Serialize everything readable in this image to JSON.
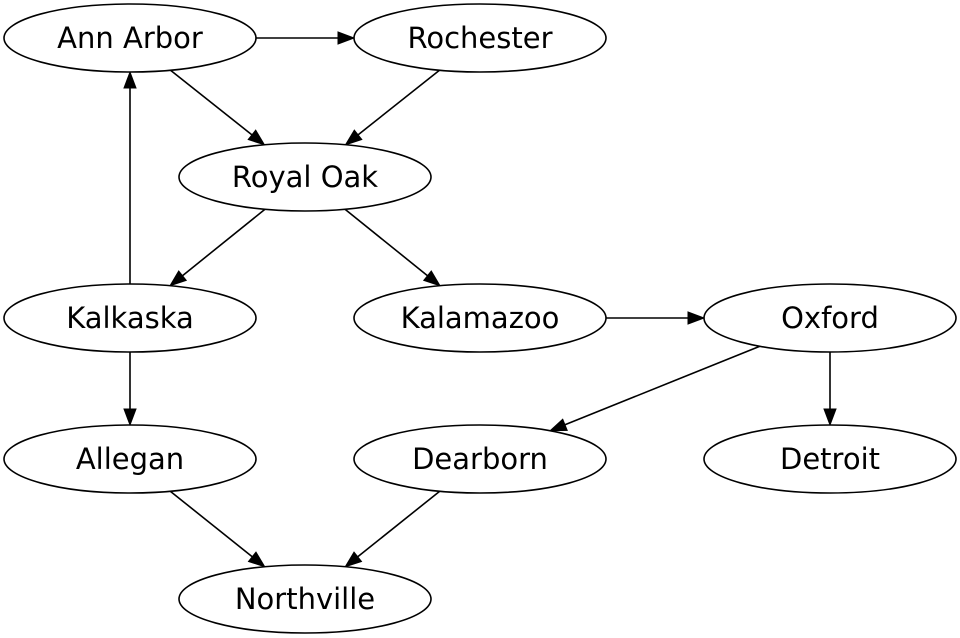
{
  "diagram": {
    "nodes": [
      {
        "id": "ann_arbor",
        "label": "Ann Arbor"
      },
      {
        "id": "rochester",
        "label": "Rochester"
      },
      {
        "id": "royal_oak",
        "label": "Royal Oak"
      },
      {
        "id": "kalkaska",
        "label": "Kalkaska"
      },
      {
        "id": "kalamazoo",
        "label": "Kalamazoo"
      },
      {
        "id": "oxford",
        "label": "Oxford"
      },
      {
        "id": "allegan",
        "label": "Allegan"
      },
      {
        "id": "dearborn",
        "label": "Dearborn"
      },
      {
        "id": "detroit",
        "label": "Detroit"
      },
      {
        "id": "northville",
        "label": "Northville"
      }
    ],
    "edges": [
      {
        "from": "ann_arbor",
        "to": "rochester"
      },
      {
        "from": "ann_arbor",
        "to": "royal_oak"
      },
      {
        "from": "rochester",
        "to": "royal_oak"
      },
      {
        "from": "royal_oak",
        "to": "kalkaska"
      },
      {
        "from": "royal_oak",
        "to": "kalamazoo"
      },
      {
        "from": "kalkaska",
        "to": "ann_arbor"
      },
      {
        "from": "kalkaska",
        "to": "allegan"
      },
      {
        "from": "kalamazoo",
        "to": "oxford"
      },
      {
        "from": "oxford",
        "to": "dearborn"
      },
      {
        "from": "oxford",
        "to": "detroit"
      },
      {
        "from": "allegan",
        "to": "northville"
      },
      {
        "from": "dearborn",
        "to": "northville"
      }
    ]
  }
}
